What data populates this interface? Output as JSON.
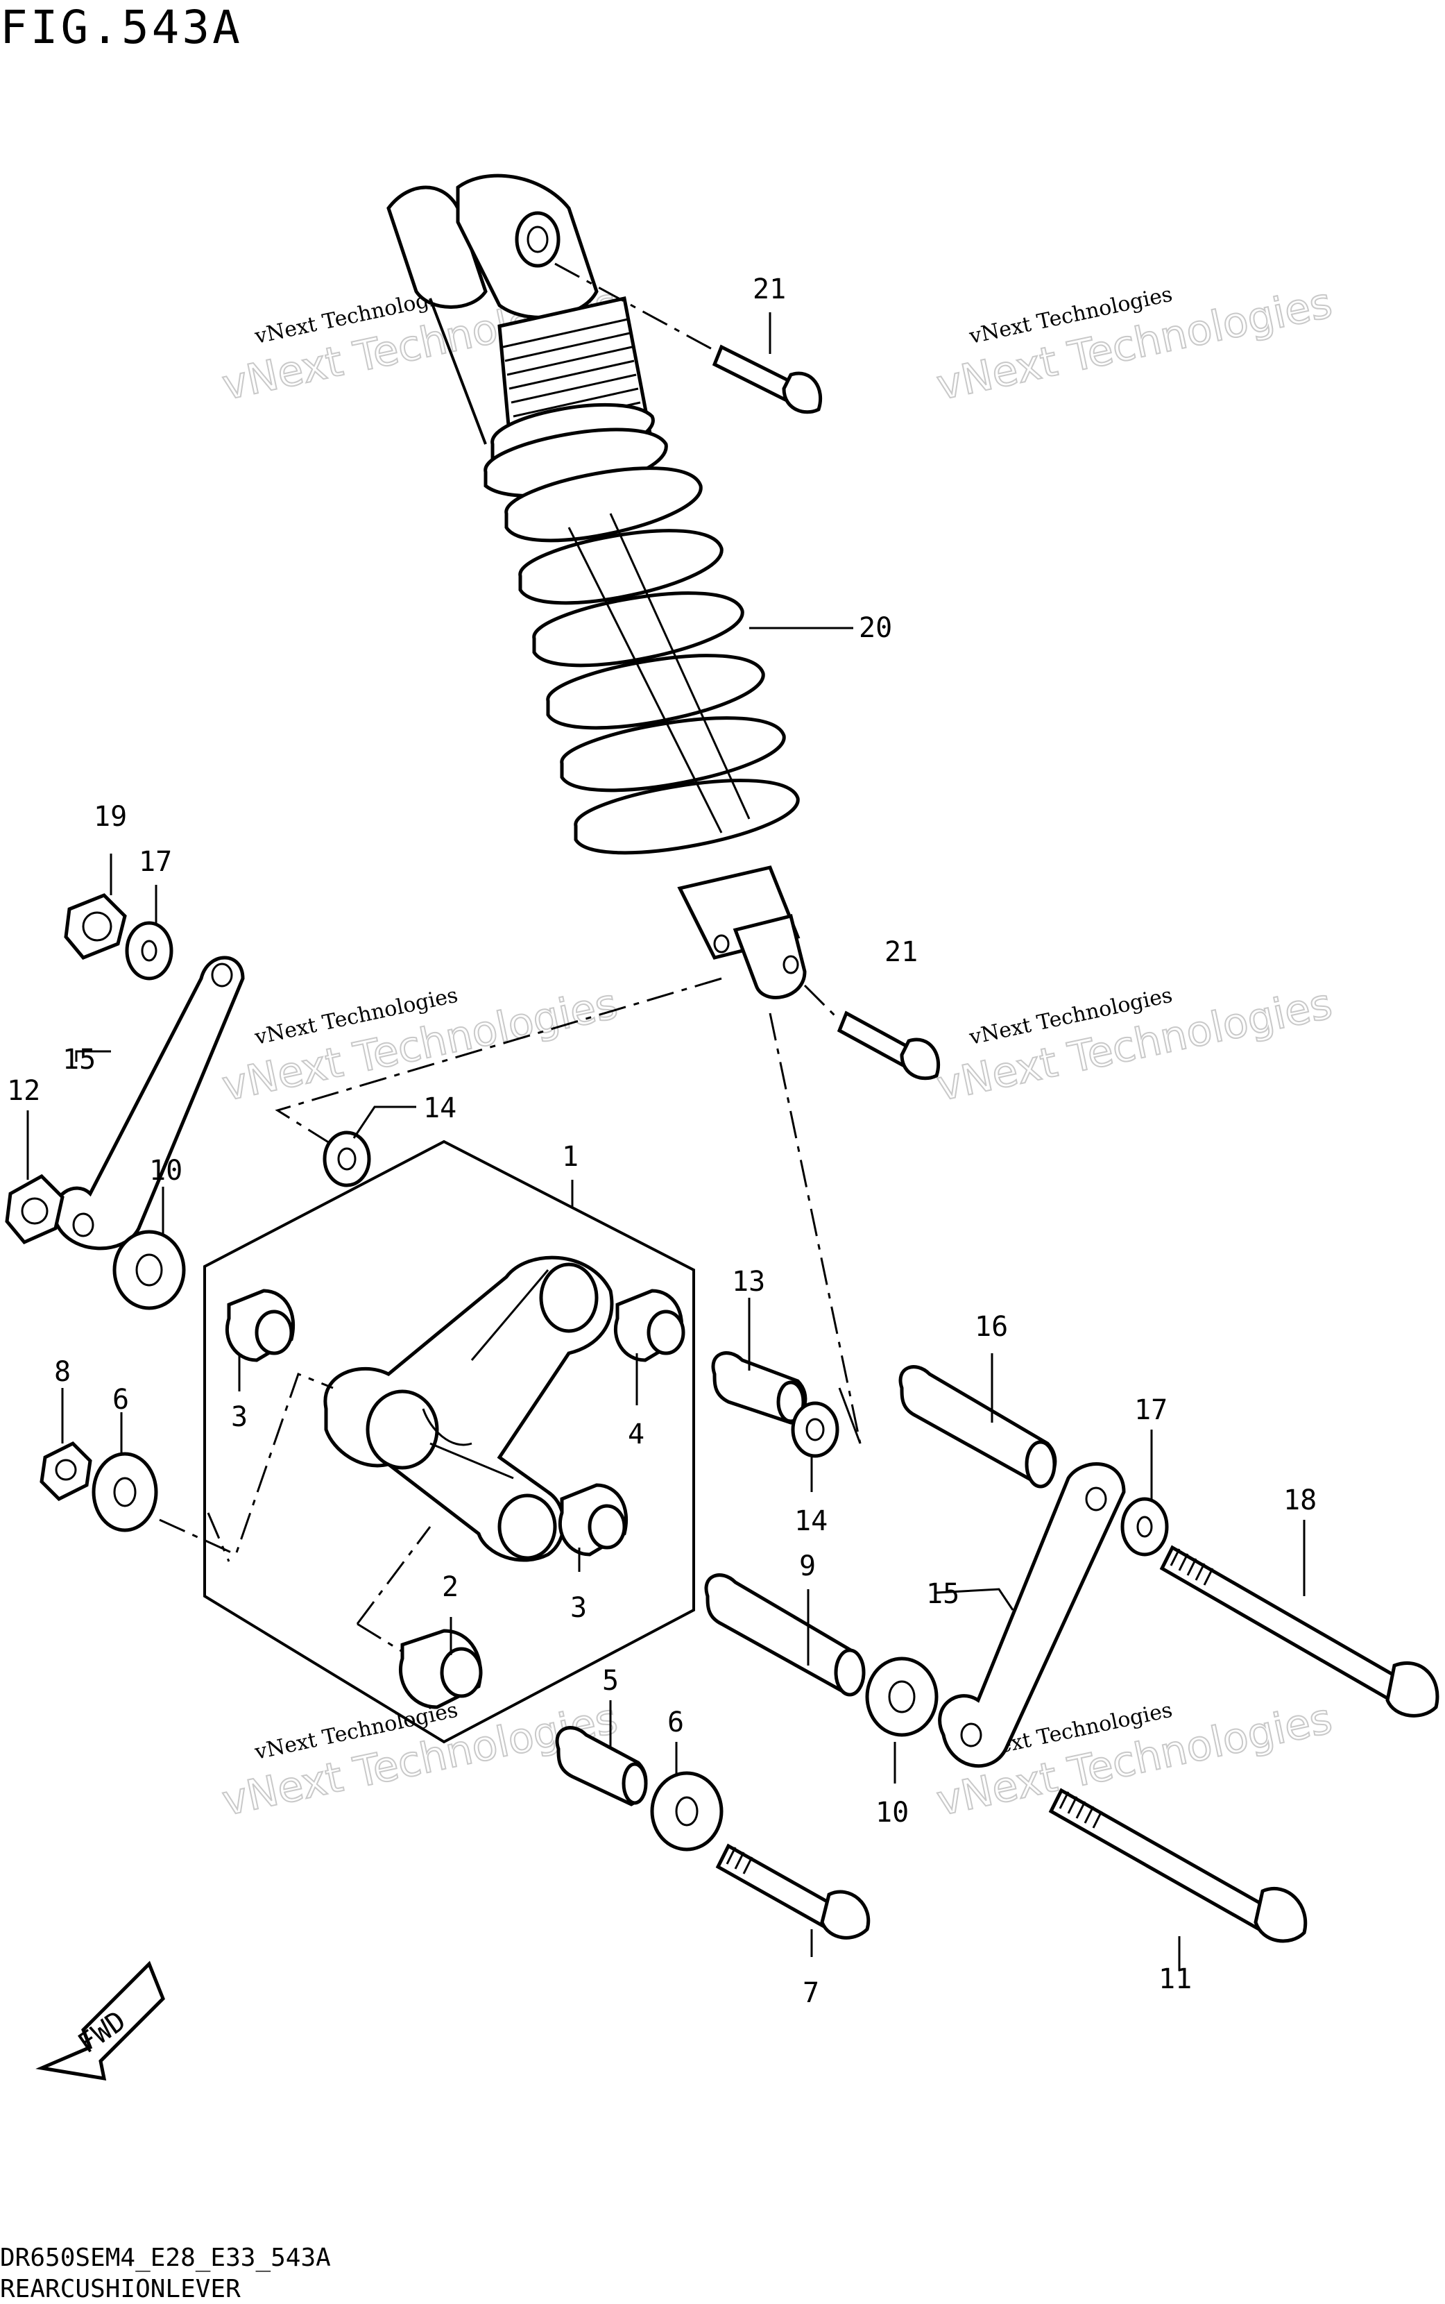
{
  "figure": {
    "title": "FIG.543A",
    "code": "DR650SEM4_E28_E33_543A",
    "caption": "REARCUSHIONLEVER",
    "fwd_label": "FWD"
  },
  "watermark": {
    "line1": "vNext Technologies",
    "line2": "vNext Technologies"
  },
  "callouts": {
    "c1": "1",
    "c2": "2",
    "c3a": "3",
    "c3b": "3",
    "c4": "4",
    "c5": "5",
    "c6a": "6",
    "c6b": "6",
    "c7": "7",
    "c8": "8",
    "c9": "9",
    "c10a": "10",
    "c10b": "10",
    "c11": "11",
    "c12": "12",
    "c13": "13",
    "c14a": "14",
    "c14b": "14",
    "c15a": "15",
    "c15b": "15",
    "c16": "16",
    "c17a": "17",
    "c17b": "17",
    "c18": "18",
    "c19": "19",
    "c20": "20",
    "c21a": "21",
    "c21b": "21"
  }
}
